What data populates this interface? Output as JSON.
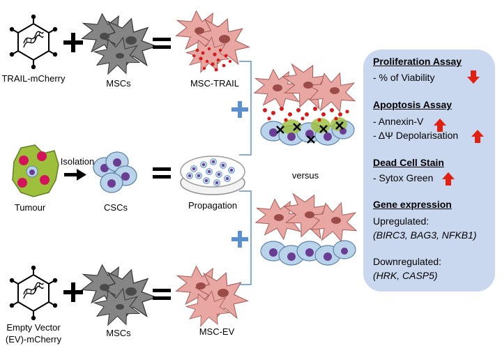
{
  "labels": {
    "trail_mcherry": "TRAIL-mCherry",
    "mscs_top": "MSCs",
    "msc_trail": "MSC-TRAIL",
    "isolation": "Isolation",
    "tumour": "Tumour",
    "cscs": "CSCs",
    "propagation": "Propagation",
    "versus": "versus",
    "empty_vector_line1": "Empty Vector",
    "empty_vector_line2": "(EV)-mCherry",
    "mscs_bottom": "MSCs",
    "msc_ev": "MSC-EV"
  },
  "panel": {
    "proliferation": {
      "title": "Proliferation Assay",
      "item": "- % of Viability",
      "arrow": "down"
    },
    "apoptosis": {
      "title": "Apoptosis Assay",
      "item1": "- Annexin-V",
      "item2": "- ΔΨ Depolarisation",
      "arrow": "up"
    },
    "dead_cell": {
      "title": "Dead Cell Stain",
      "item": "- Sytox Green",
      "arrow": "up"
    },
    "gene": {
      "title": "Gene expression",
      "up_label": "Upregulated:",
      "up_genes": "(BIRC3, BAG3, NFKB1)",
      "down_label": "Downregulated:",
      "down_genes": "(HRK, CASP5)"
    }
  },
  "colors": {
    "msc_red": "#e8a7a2",
    "msc_red_edge": "#a65a55",
    "msc_grey": "#858585",
    "csc_blue": "#b9d3ea",
    "nucleus_purple": "#6a3c92",
    "tumour_green": "#9dbf3b",
    "tumour_red": "#d4145a",
    "panel_blue": "#c9d8ef",
    "accent_blue": "#5b8fcf",
    "arrow_red": "#e02010"
  }
}
